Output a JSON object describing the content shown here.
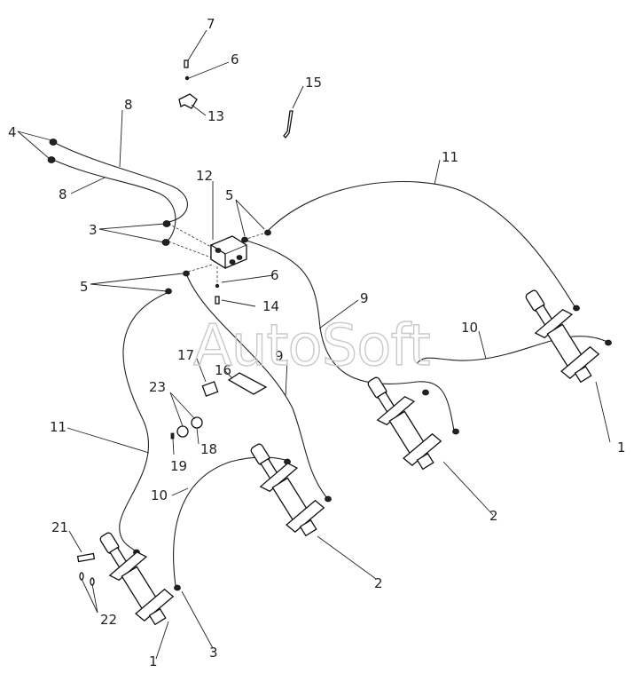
{
  "watermark": "AutoSoft",
  "callouts": {
    "c1a": "1",
    "c1b": "1",
    "c2a": "2",
    "c2b": "2",
    "c3a": "3",
    "c3b": "3",
    "c4": "4",
    "c5a": "5",
    "c5b": "5",
    "c6a": "6",
    "c6b": "6",
    "c7": "7",
    "c8a": "8",
    "c8b": "8",
    "c9a": "9",
    "c9b": "9",
    "c10a": "10",
    "c10b": "10",
    "c11a": "11",
    "c11b": "11",
    "c12": "12",
    "c13": "13",
    "c14": "14",
    "c15": "15",
    "c16": "16",
    "c17": "17",
    "c18": "18",
    "c19": "19",
    "c21": "21",
    "c22": "22",
    "c23": "23"
  }
}
